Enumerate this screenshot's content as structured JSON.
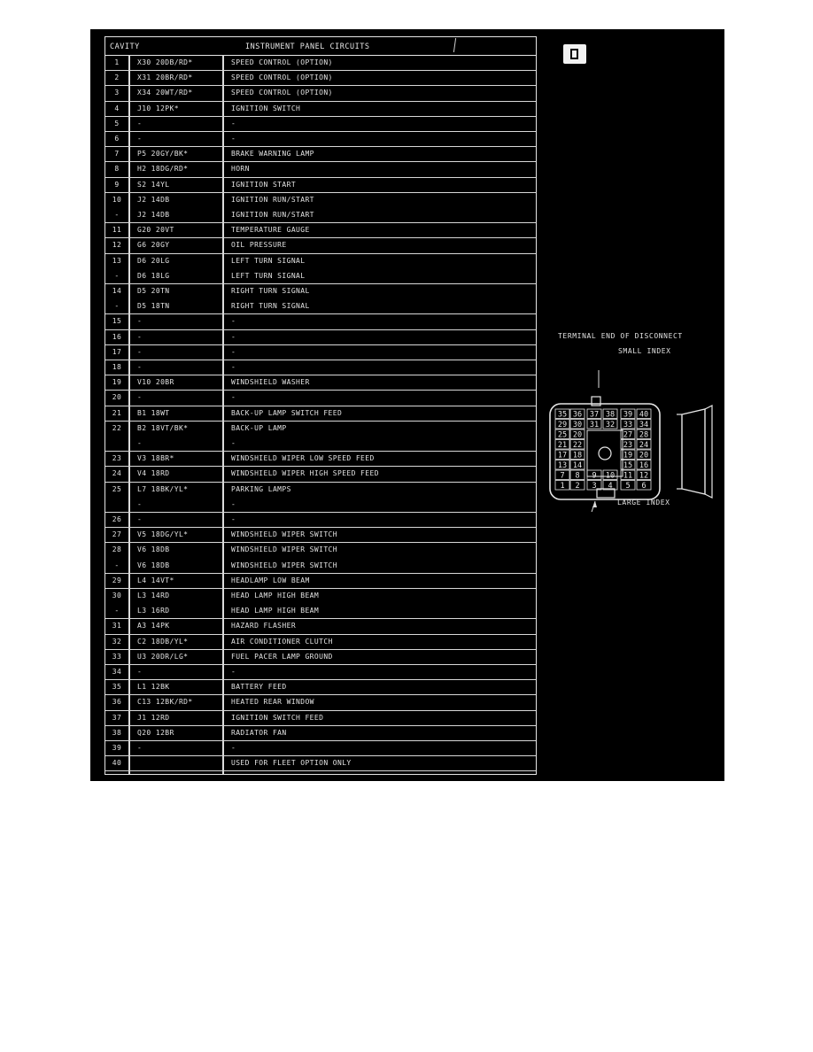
{
  "header": {
    "cavity": "CAVITY",
    "circuits": "INSTRUMENT PANEL CIRCUITS"
  },
  "rows": [
    {
      "cavity": "1",
      "wire": "X30 20DB/RD*",
      "desc": "SPEED CONTROL (OPTION)"
    },
    {
      "cavity": "2",
      "wire": "X31 20BR/RD*",
      "desc": "SPEED CONTROL (OPTION)"
    },
    {
      "cavity": "3",
      "wire": "X34 20WT/RD*",
      "desc": "SPEED CONTROL (OPTION)"
    },
    {
      "cavity": "4",
      "wire": "J10 12PK*",
      "desc": "IGNITION SWITCH"
    },
    {
      "cavity": "5",
      "wire": "-",
      "desc": "-"
    },
    {
      "cavity": "6",
      "wire": "-",
      "desc": "-"
    },
    {
      "cavity": "7",
      "wire": "P5 20GY/BK*",
      "desc": "BRAKE WARNING LAMP"
    },
    {
      "cavity": "8",
      "wire": "H2 18DG/RD*",
      "desc": "HORN"
    },
    {
      "cavity": "9",
      "wire": "S2 14YL",
      "desc": "IGNITION START"
    },
    {
      "cavity": "10",
      "wire": "J2 14DB",
      "desc": "IGNITION RUN/START"
    },
    {
      "cavity": "-",
      "wire": "J2 14DB",
      "desc": "IGNITION RUN/START"
    },
    {
      "cavity": "11",
      "wire": "G20 20VT",
      "desc": "TEMPERATURE GAUGE"
    },
    {
      "cavity": "12",
      "wire": "G6 20GY",
      "desc": "OIL PRESSURE"
    },
    {
      "cavity": "13",
      "wire": "D6 20LG",
      "desc": "LEFT TURN SIGNAL"
    },
    {
      "cavity": "-",
      "wire": "D6 18LG",
      "desc": "LEFT TURN SIGNAL"
    },
    {
      "cavity": "14",
      "wire": "D5 20TN",
      "desc": "RIGHT TURN SIGNAL"
    },
    {
      "cavity": "-",
      "wire": "D5 18TN",
      "desc": "RIGHT TURN SIGNAL"
    },
    {
      "cavity": "15",
      "wire": "-",
      "desc": "-"
    },
    {
      "cavity": "16",
      "wire": "-",
      "desc": "-"
    },
    {
      "cavity": "17",
      "wire": "-",
      "desc": "-"
    },
    {
      "cavity": "18",
      "wire": "-",
      "desc": "-"
    },
    {
      "cavity": "19",
      "wire": "V10 20BR",
      "desc": "WINDSHIELD WASHER"
    },
    {
      "cavity": "20",
      "wire": "-",
      "desc": "-"
    },
    {
      "cavity": "21",
      "wire": "B1 18WT",
      "desc": "BACK-UP LAMP SWITCH FEED"
    },
    {
      "cavity": "22",
      "wire": "B2 18VT/BK*",
      "desc": "BACK-UP LAMP"
    },
    {
      "cavity": "",
      "wire": "-",
      "desc": "-"
    },
    {
      "cavity": "23",
      "wire": "V3 18BR*",
      "desc": "WINDSHIELD WIPER LOW SPEED FEED"
    },
    {
      "cavity": "24",
      "wire": "V4 18RD",
      "desc": "WINDSHIELD WIPER HIGH SPEED FEED"
    },
    {
      "cavity": "25",
      "wire": "L7 18BK/YL*",
      "desc": "PARKING LAMPS"
    },
    {
      "cavity": "",
      "wire": "-",
      "desc": "-"
    },
    {
      "cavity": "26",
      "wire": "-",
      "desc": "-"
    },
    {
      "cavity": "27",
      "wire": "V5 18DG/YL*",
      "desc": "WINDSHIELD WIPER SWITCH"
    },
    {
      "cavity": "28",
      "wire": "V6 18DB",
      "desc": "WINDSHIELD WIPER SWITCH"
    },
    {
      "cavity": "-",
      "wire": "V6 18DB",
      "desc": "WINDSHIELD WIPER SWITCH"
    },
    {
      "cavity": "29",
      "wire": "L4 14VT*",
      "desc": "HEADLAMP LOW BEAM"
    },
    {
      "cavity": "30",
      "wire": "L3 14RD",
      "desc": "HEAD LAMP HIGH BEAM"
    },
    {
      "cavity": "-",
      "wire": "L3 16RD",
      "desc": "HEAD LAMP HIGH BEAM"
    },
    {
      "cavity": "31",
      "wire": "A3 14PK",
      "desc": "HAZARD FLASHER"
    },
    {
      "cavity": "32",
      "wire": "C2 18DB/YL*",
      "desc": "AIR CONDITIONER CLUTCH"
    },
    {
      "cavity": "33",
      "wire": "U3 20DR/LG*",
      "desc": "FUEL PACER LAMP GROUND"
    },
    {
      "cavity": "34",
      "wire": "-",
      "desc": "-"
    },
    {
      "cavity": "35",
      "wire": "L1 12BK",
      "desc": "BATTERY FEED"
    },
    {
      "cavity": "36",
      "wire": "C13 12BK/RD*",
      "desc": "HEATED REAR WINDOW"
    },
    {
      "cavity": "37",
      "wire": "J1 12RD",
      "desc": "IGNITION SWITCH FEED"
    },
    {
      "cavity": "38",
      "wire": "Q20 12BR",
      "desc": "RADIATOR FAN"
    },
    {
      "cavity": "39",
      "wire": "-",
      "desc": "-"
    },
    {
      "cavity": "40",
      "wire": "",
      "desc": "USED FOR FLEET OPTION ONLY"
    }
  ],
  "diagram": {
    "title": "TERMINAL END OF DISCONNECT",
    "small_index": "SMALL INDEX",
    "large_index": "LARGE INDEX",
    "pin_rows": [
      [
        "35",
        "36",
        "37",
        "38",
        "39",
        "40"
      ],
      [
        "29",
        "30",
        "31",
        "32",
        "33",
        "34"
      ],
      [
        "25",
        "20",
        "",
        "",
        "27",
        "28"
      ],
      [
        "21",
        "22",
        "",
        "",
        "23",
        "24"
      ],
      [
        "17",
        "18",
        "",
        "",
        "19",
        "20"
      ],
      [
        "13",
        "14",
        "",
        "",
        "15",
        "16"
      ],
      [
        "7",
        "8",
        "9",
        "10",
        "11",
        "12"
      ],
      [
        "1",
        "2",
        "3",
        "4",
        "5",
        "6"
      ]
    ]
  },
  "colors": {
    "background": "#000000",
    "ink": "#e6e6e6",
    "page": "#ffffff"
  },
  "icons": {
    "header_icon": "book-icon"
  }
}
